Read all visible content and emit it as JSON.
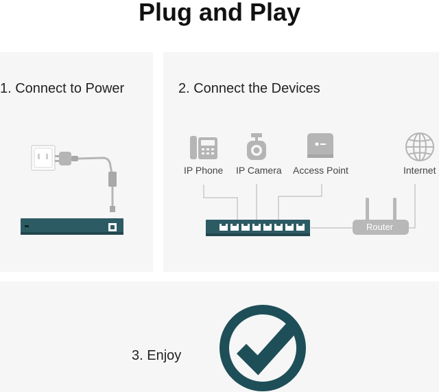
{
  "title": "Plug and Play",
  "steps": {
    "power": "1. Connect to Power",
    "devices": "2. Connect the Devices",
    "enjoy": "3. Enjoy"
  },
  "devices": {
    "ip_phone": "IP Phone",
    "ip_camera": "IP Camera",
    "access_point": "Access Point",
    "internet": "Internet",
    "router": "Router"
  },
  "colors": {
    "switch_body": "#2d5b64",
    "check_teal": "#1e4f58",
    "panel_bg": "#f6f6f6",
    "line_gray": "#c8c8c8",
    "icon_gray": "#b5b5b5"
  }
}
